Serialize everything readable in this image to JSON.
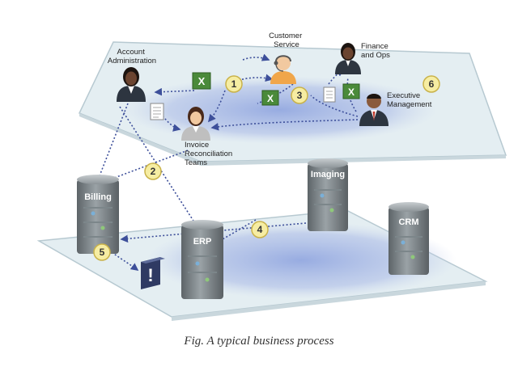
{
  "labels": {
    "account_admin": [
      "Account",
      "Administration"
    ],
    "customer_service": [
      "Customer",
      "Service"
    ],
    "finance_ops": [
      "Finance",
      "and Ops"
    ],
    "exec_mgmt": [
      "Executive",
      "Management"
    ],
    "invoice_teams": [
      "Invoice",
      "Reconciliation",
      "Teams"
    ]
  },
  "servers": {
    "billing": "Billing",
    "imaging": "Imaging",
    "erp": "ERP",
    "crm": "CRM"
  },
  "badges": [
    "1",
    "2",
    "3",
    "4",
    "5",
    "6"
  ],
  "alert_symbol": "!",
  "caption": "Fig. A typical business process",
  "colors": {
    "plane_fill": "#e4eef2",
    "plane_edge": "#b7c9d1",
    "ellipse": "#9fb0e0",
    "badge_fill": "#f6eda2",
    "badge_stroke": "#c9b24a",
    "dotted_line": "#3d4f9a",
    "excel_green": "#4a8a3a"
  }
}
